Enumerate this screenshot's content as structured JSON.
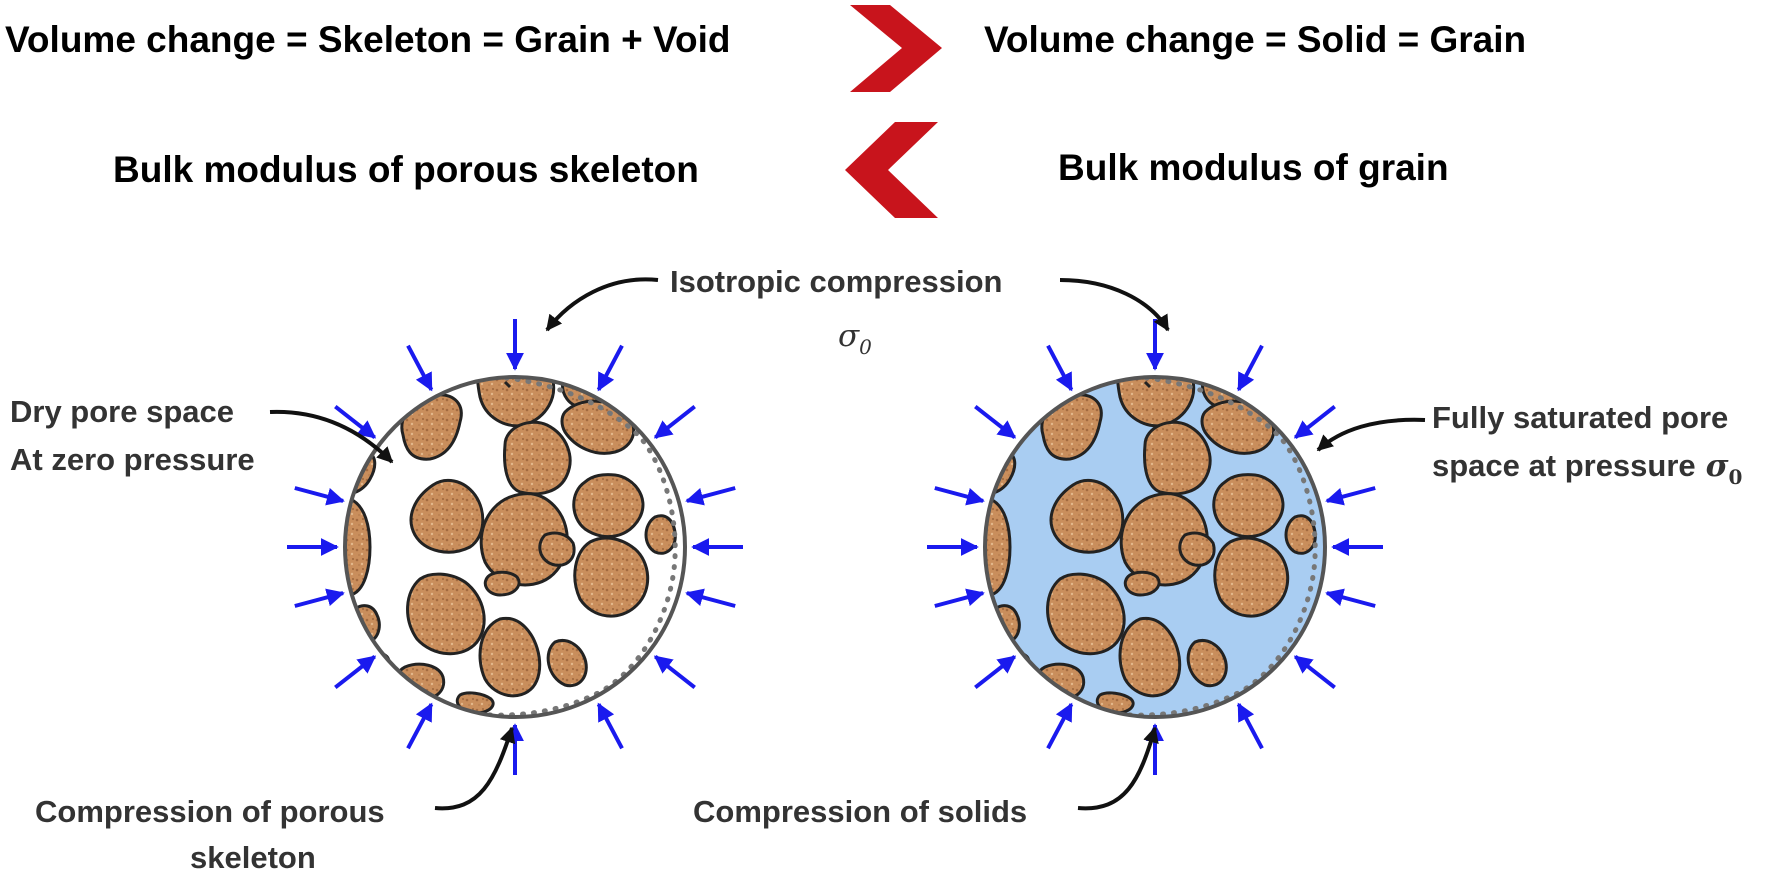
{
  "headings": {
    "left_top": "Volume change = Skeleton = Grain + Void",
    "right_top": "Volume change = Solid = Grain",
    "left_bottom": "Bulk modulus of porous skeleton",
    "right_bottom": "Bulk modulus of grain"
  },
  "labels": {
    "isotropic": "Isotropic compression",
    "sigma_symbol": "σ",
    "sigma_subscript": "0",
    "dry_line1": "Dry pore space",
    "dry_line2": "At zero pressure",
    "saturated_line1": "Fully saturated  pore",
    "saturated_line2": "space at pressure",
    "compression_porous_line1": "Compression of porous",
    "compression_porous_line2": "skeleton",
    "compression_solids": "Compression of solids"
  },
  "colors": {
    "arrow_red": "#c8141c",
    "force_blue": "#1a1aee",
    "saturated_fluid": "#a9cdf2",
    "dry_pore": "#ffffff",
    "grain_fill": "#c98e5c"
  },
  "icons": {
    "right_chevron": "chevron-right-icon",
    "left_chevron": "chevron-left-icon"
  }
}
